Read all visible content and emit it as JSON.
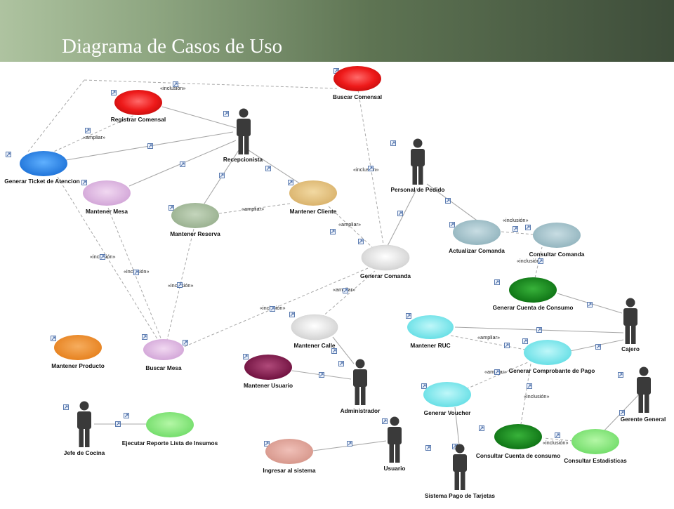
{
  "title": "Diagrama de Casos de Uso",
  "colors": {
    "header_start": "#aec3a0",
    "header_end": "#3e4d3a",
    "actor": "#3a3a3a",
    "connector": "#a8a8a8"
  },
  "actors": {
    "recepcionista": "Recepcionista",
    "personal_pedido": "Personal de Pedido",
    "cajero": "Cajero",
    "gerente": "Gerente General",
    "administrador": "Administrador",
    "jefe_cocina": "Jefe de Cocina",
    "usuario": "Usuario",
    "sistema_pago": "Sistema Pago de Tarjetas"
  },
  "use_cases": {
    "buscar_comensal": "Buscar Comensal",
    "registrar_comensal": "Registrar Comensal",
    "generar_ticket": "Generar Ticket de Atencion",
    "mantener_mesa": "Mantener Mesa",
    "mantener_reserva": "Mantener Reserva",
    "mantener_cliente": "Mantener Cliente",
    "generar_comanda": "Generar Comanda",
    "actualizar_comanda": "Actualizar Comanda",
    "consultar_comanda": "Consultar Comanda",
    "generar_cuenta": "Generar Cuenta de Consumo",
    "mantener_ruc": "Mantener RUC",
    "generar_comprobante": "Generar Comprobante de Pago",
    "mantener_calle": "Mantener Calle",
    "mantener_usuario": "Mantener Usuario",
    "mantener_producto": "Mantener Producto",
    "buscar_mesa": "Buscar Mesa",
    "ejecutar_reporte": "Ejecutar Reporte Lista de Insumos",
    "ingresar_sistema": "Ingresar al sistema",
    "generar_voucher": "Generar Voucher",
    "consultar_cuenta": "Consultar Cuenta de consumo",
    "consultar_estadisticas": "Consultar Estadisticas"
  },
  "relations": {
    "inclusion": "«inclusión»",
    "ampliar": "«ampliar»"
  }
}
